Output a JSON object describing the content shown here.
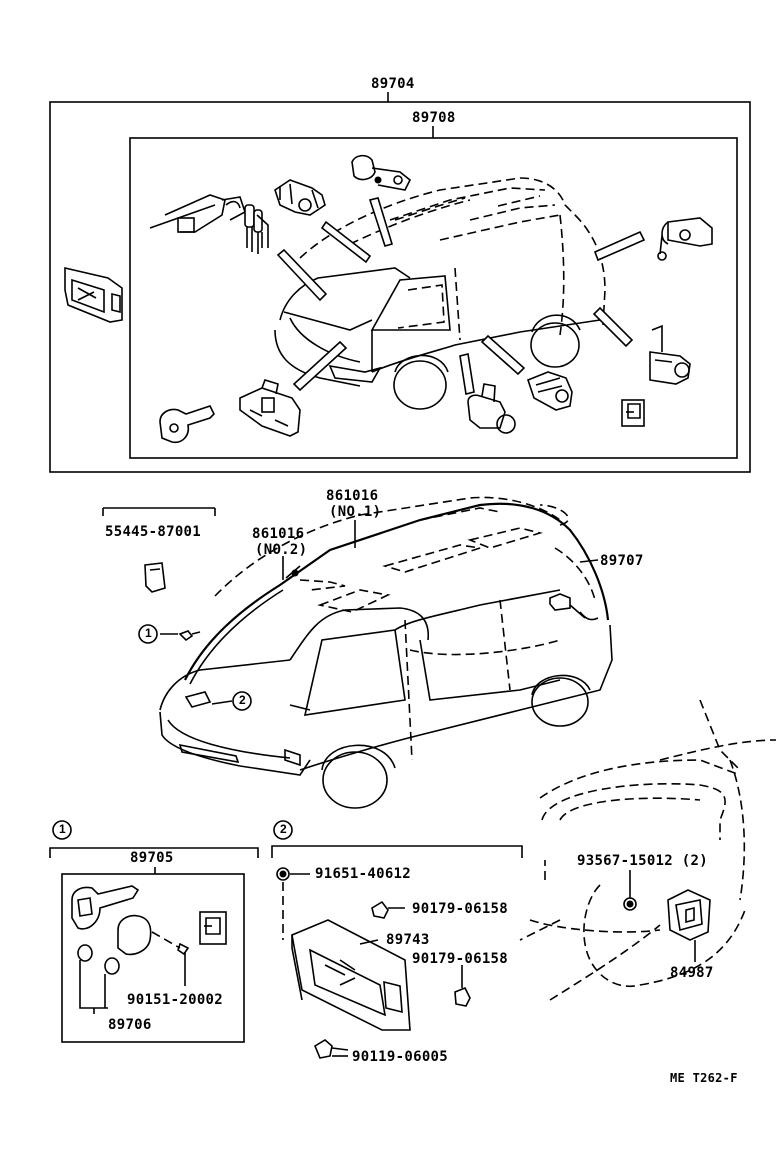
{
  "labels": {
    "p89704": "89704",
    "p89708": "89708",
    "p55445": "55445-87001",
    "p861016_top": "861016",
    "p861016_top_sub": "(NO.1)",
    "p861016_2": "861016",
    "p861016_2_sub": "(NO.2)",
    "p89707": "89707",
    "p89705": "89705",
    "p91651": "91651-40612",
    "p90179_a": "90179-06158",
    "p89743": "89743",
    "p90179_b": "90179-06158",
    "p90151": "90151-20002",
    "p89706": "89706",
    "p90119": "90119-06005",
    "p93567": "93567-15012 (2)",
    "p84987": "84987",
    "callout1": "1",
    "callout2": "2",
    "diagram_code": "ME T262-F"
  }
}
